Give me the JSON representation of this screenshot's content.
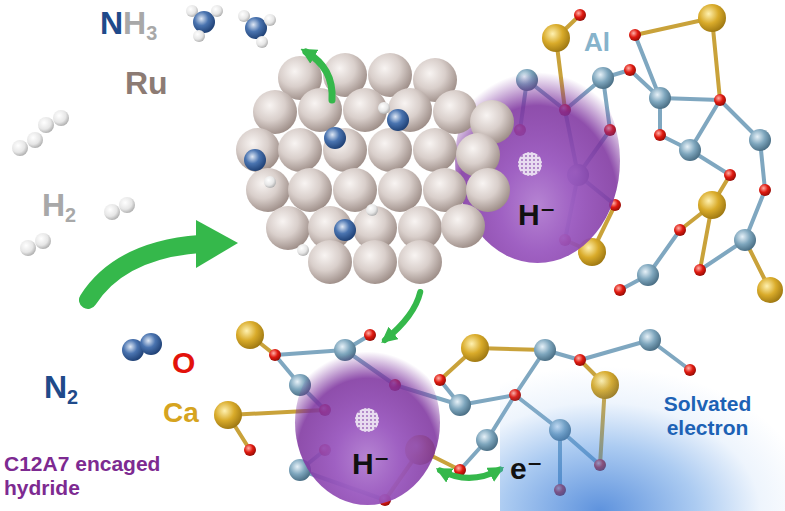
{
  "diagram": {
    "nodes": [
      {
        "text": [
          "Ru"
        ]
      },
      {
        "text": [
          "H⁻"
        ]
      },
      {
        "text": [
          "H⁻"
        ]
      },
      {
        "text": [
          "e⁻",
          "Solvated electron"
        ]
      }
    ],
    "edges": [
      {
        "from": 0,
        "to": 2,
        "arrow": "to"
      },
      {
        "from": 2,
        "to": 3,
        "arrow": "both"
      }
    ],
    "labels": [
      "NH3",
      "Al",
      "H2",
      "N2",
      "O",
      "Ca",
      "C12A7 encaged hydride"
    ]
  }
}
